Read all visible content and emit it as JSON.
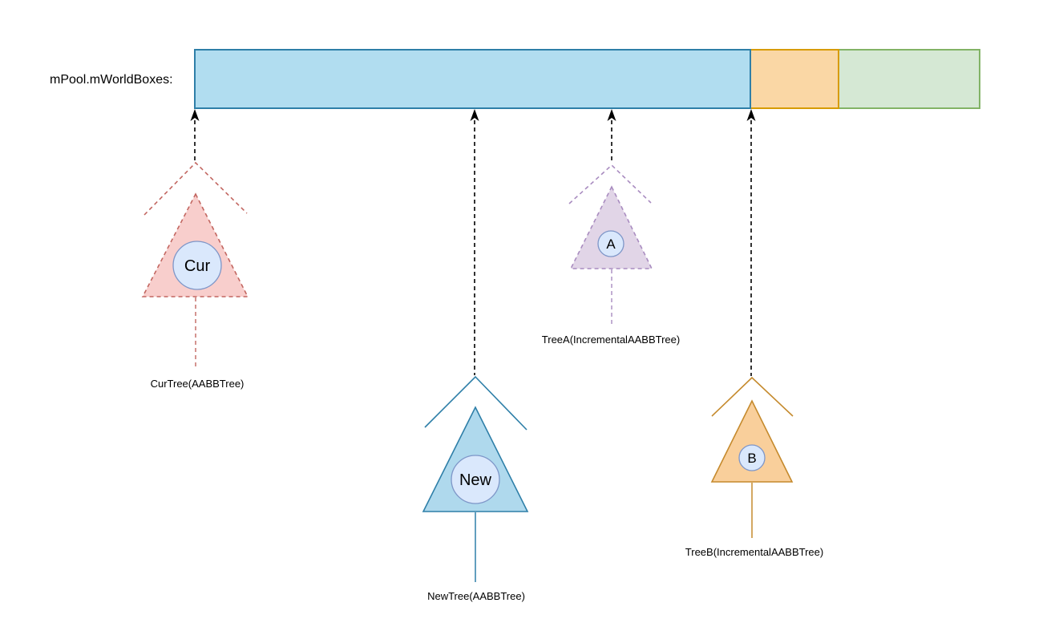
{
  "pool": {
    "label": "mPool.mWorldBoxes:",
    "segments": [
      {
        "name": "blue-segment",
        "fill": "#B1DDF0",
        "stroke": "#2E7FA8"
      },
      {
        "name": "orange-segment",
        "fill": "#FAD7A5",
        "stroke": "#D79B00"
      },
      {
        "name": "green-segment",
        "fill": "#D5E8D4",
        "stroke": "#82B366"
      }
    ]
  },
  "trees": {
    "cur": {
      "node_label": "Cur",
      "caption": "CurTree(AABBTree)",
      "border_style": "dashed",
      "fill": "#F8CECC",
      "stroke": "#C26660"
    },
    "new": {
      "node_label": "New",
      "caption": "NewTree(AABBTree)",
      "border_style": "solid",
      "fill": "#AFD9ED",
      "stroke": "#2E7FA8"
    },
    "a": {
      "node_label": "A",
      "caption": "TreeA(IncrementalAABBTree)",
      "border_style": "dashed",
      "fill": "#E1D5E7",
      "stroke": "#A98CC0"
    },
    "b": {
      "node_label": "B",
      "caption": "TreeB(IncrementalAABBTree)",
      "border_style": "solid",
      "fill": "#F9CF9B",
      "stroke": "#C58A2D"
    }
  },
  "node_circle": {
    "fill": "#DAE8FC",
    "stroke": "#7E96C8"
  },
  "arrow_color": "#000000",
  "dash_pattern": "5,4"
}
